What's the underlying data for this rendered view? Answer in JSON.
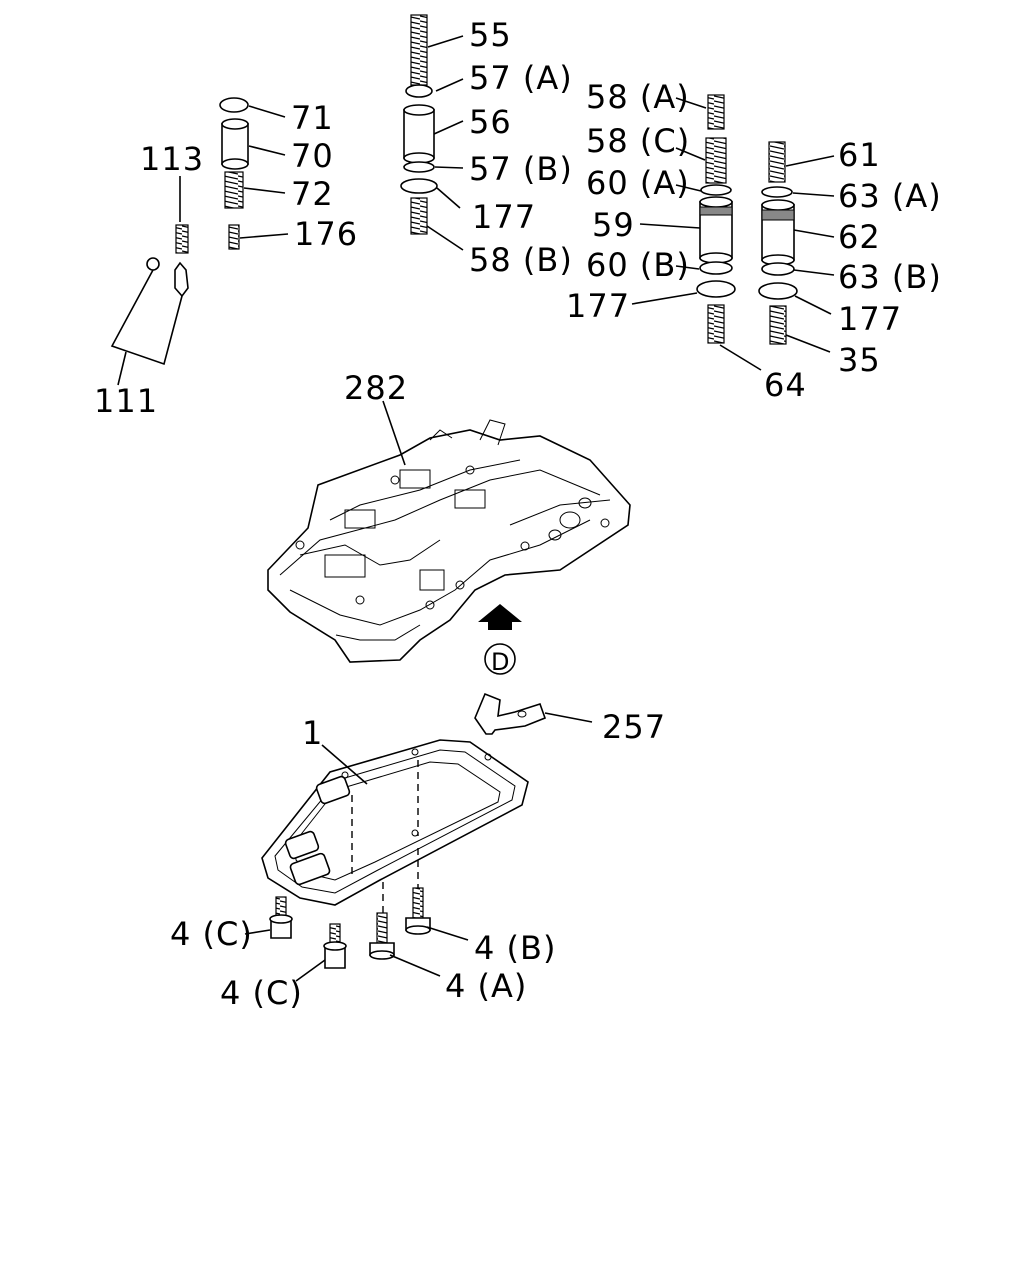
{
  "diagram": {
    "labels": {
      "l55": "55",
      "l57a": "57 (A)",
      "l56": "56",
      "l57b": "57 (B)",
      "l177a": "177",
      "l58b": "58 (B)",
      "l71": "71",
      "l70": "70",
      "l72": "72",
      "l176": "176",
      "l113": "113",
      "l111": "111",
      "l58a": "58 (A)",
      "l58c": "58 (C)",
      "l60a": "60 (A)",
      "l59": "59",
      "l60b": "60 (B)",
      "l177b": "177",
      "l64": "64",
      "l61": "61",
      "l63a": "63 (A)",
      "l62": "62",
      "l63b": "63 (B)",
      "l177c": "177",
      "l35": "35",
      "l282": "282",
      "lD": "D",
      "l257": "257",
      "l1": "1",
      "l4c1": "4 (C)",
      "l4c2": "4 (C)",
      "l4a": "4 (A)",
      "l4b": "4 (B)"
    }
  }
}
